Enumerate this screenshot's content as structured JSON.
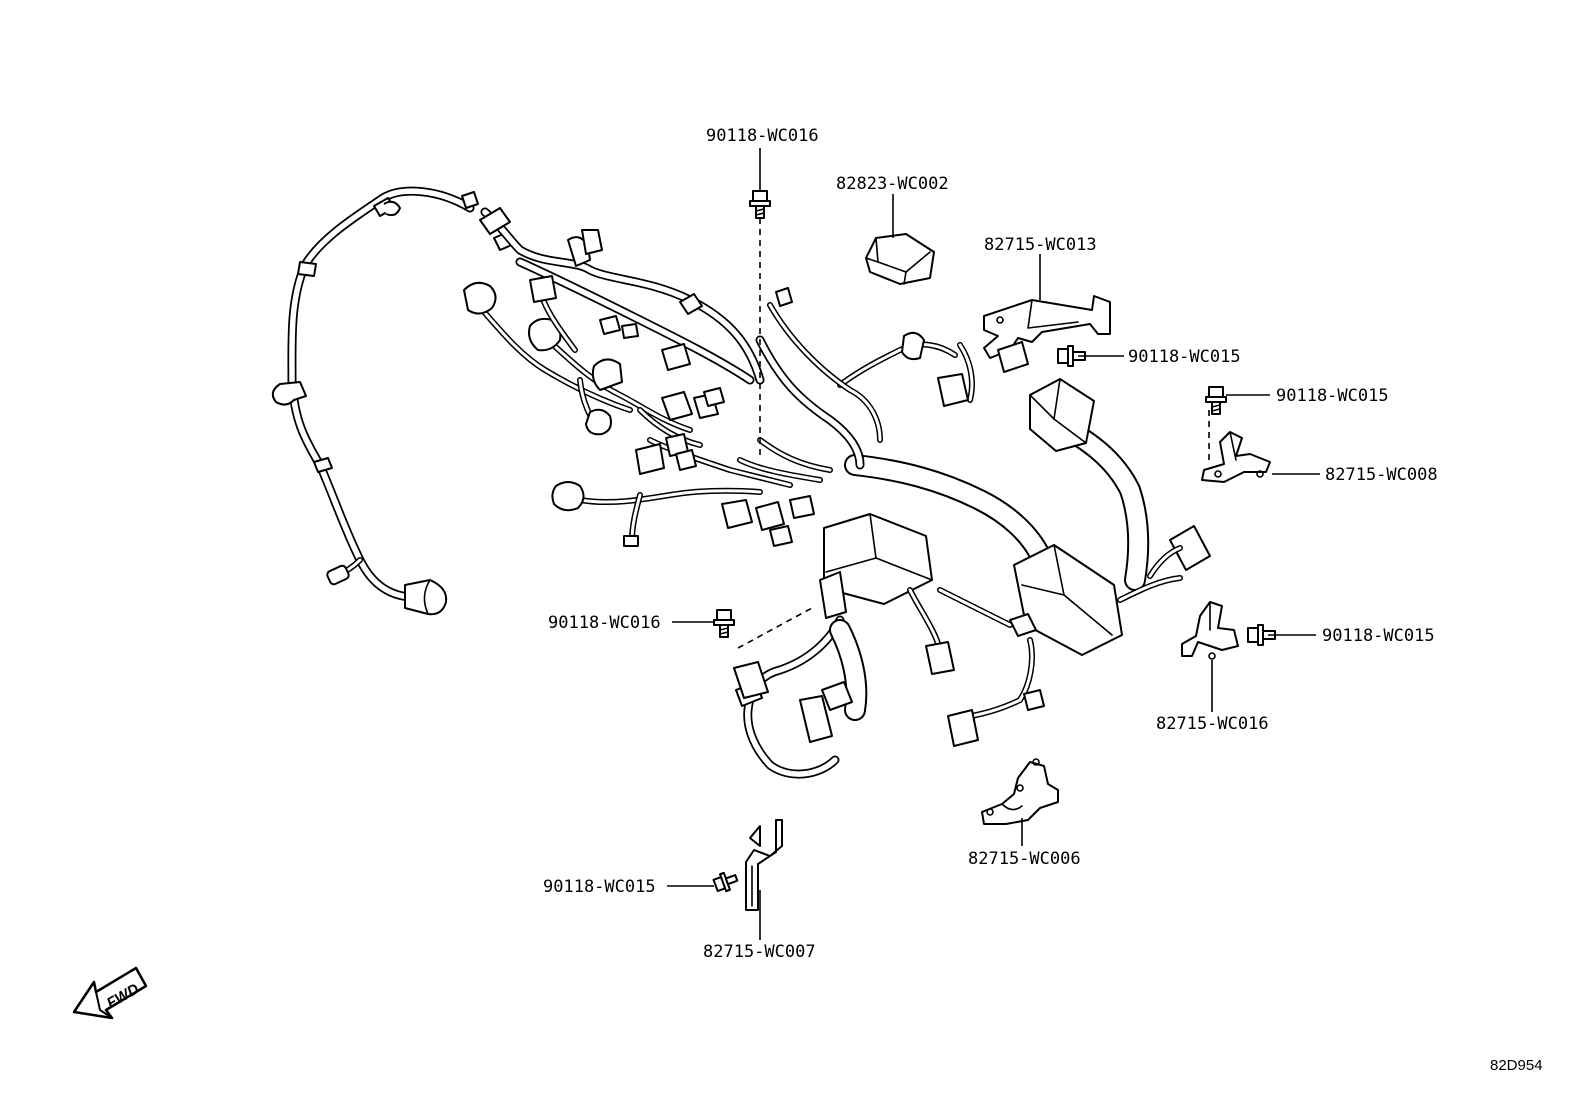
{
  "labels": {
    "bolt_top": "90118-WC016",
    "cover_top": "82823-WC002",
    "bracket_wc013": "82715-WC013",
    "bolt_wc013": "90118-WC015",
    "bolt_right_upper": "90118-WC015",
    "bracket_wc008": "82715-WC008",
    "bolt_middle_left": "90118-WC016",
    "bolt_right_lower": "90118-WC015",
    "bracket_wc016": "82715-WC016",
    "bracket_wc006": "82715-WC006",
    "bolt_bottom": "90118-WC015",
    "bracket_wc007": "82715-WC007"
  },
  "fwd_arrow": "FWD",
  "diagram_ref": "82D954",
  "icons": {
    "fwd": "fwd-arrow-icon",
    "bolt": "bolt-icon",
    "bracket": "bracket-icon",
    "harness": "wiring-harness-icon"
  }
}
